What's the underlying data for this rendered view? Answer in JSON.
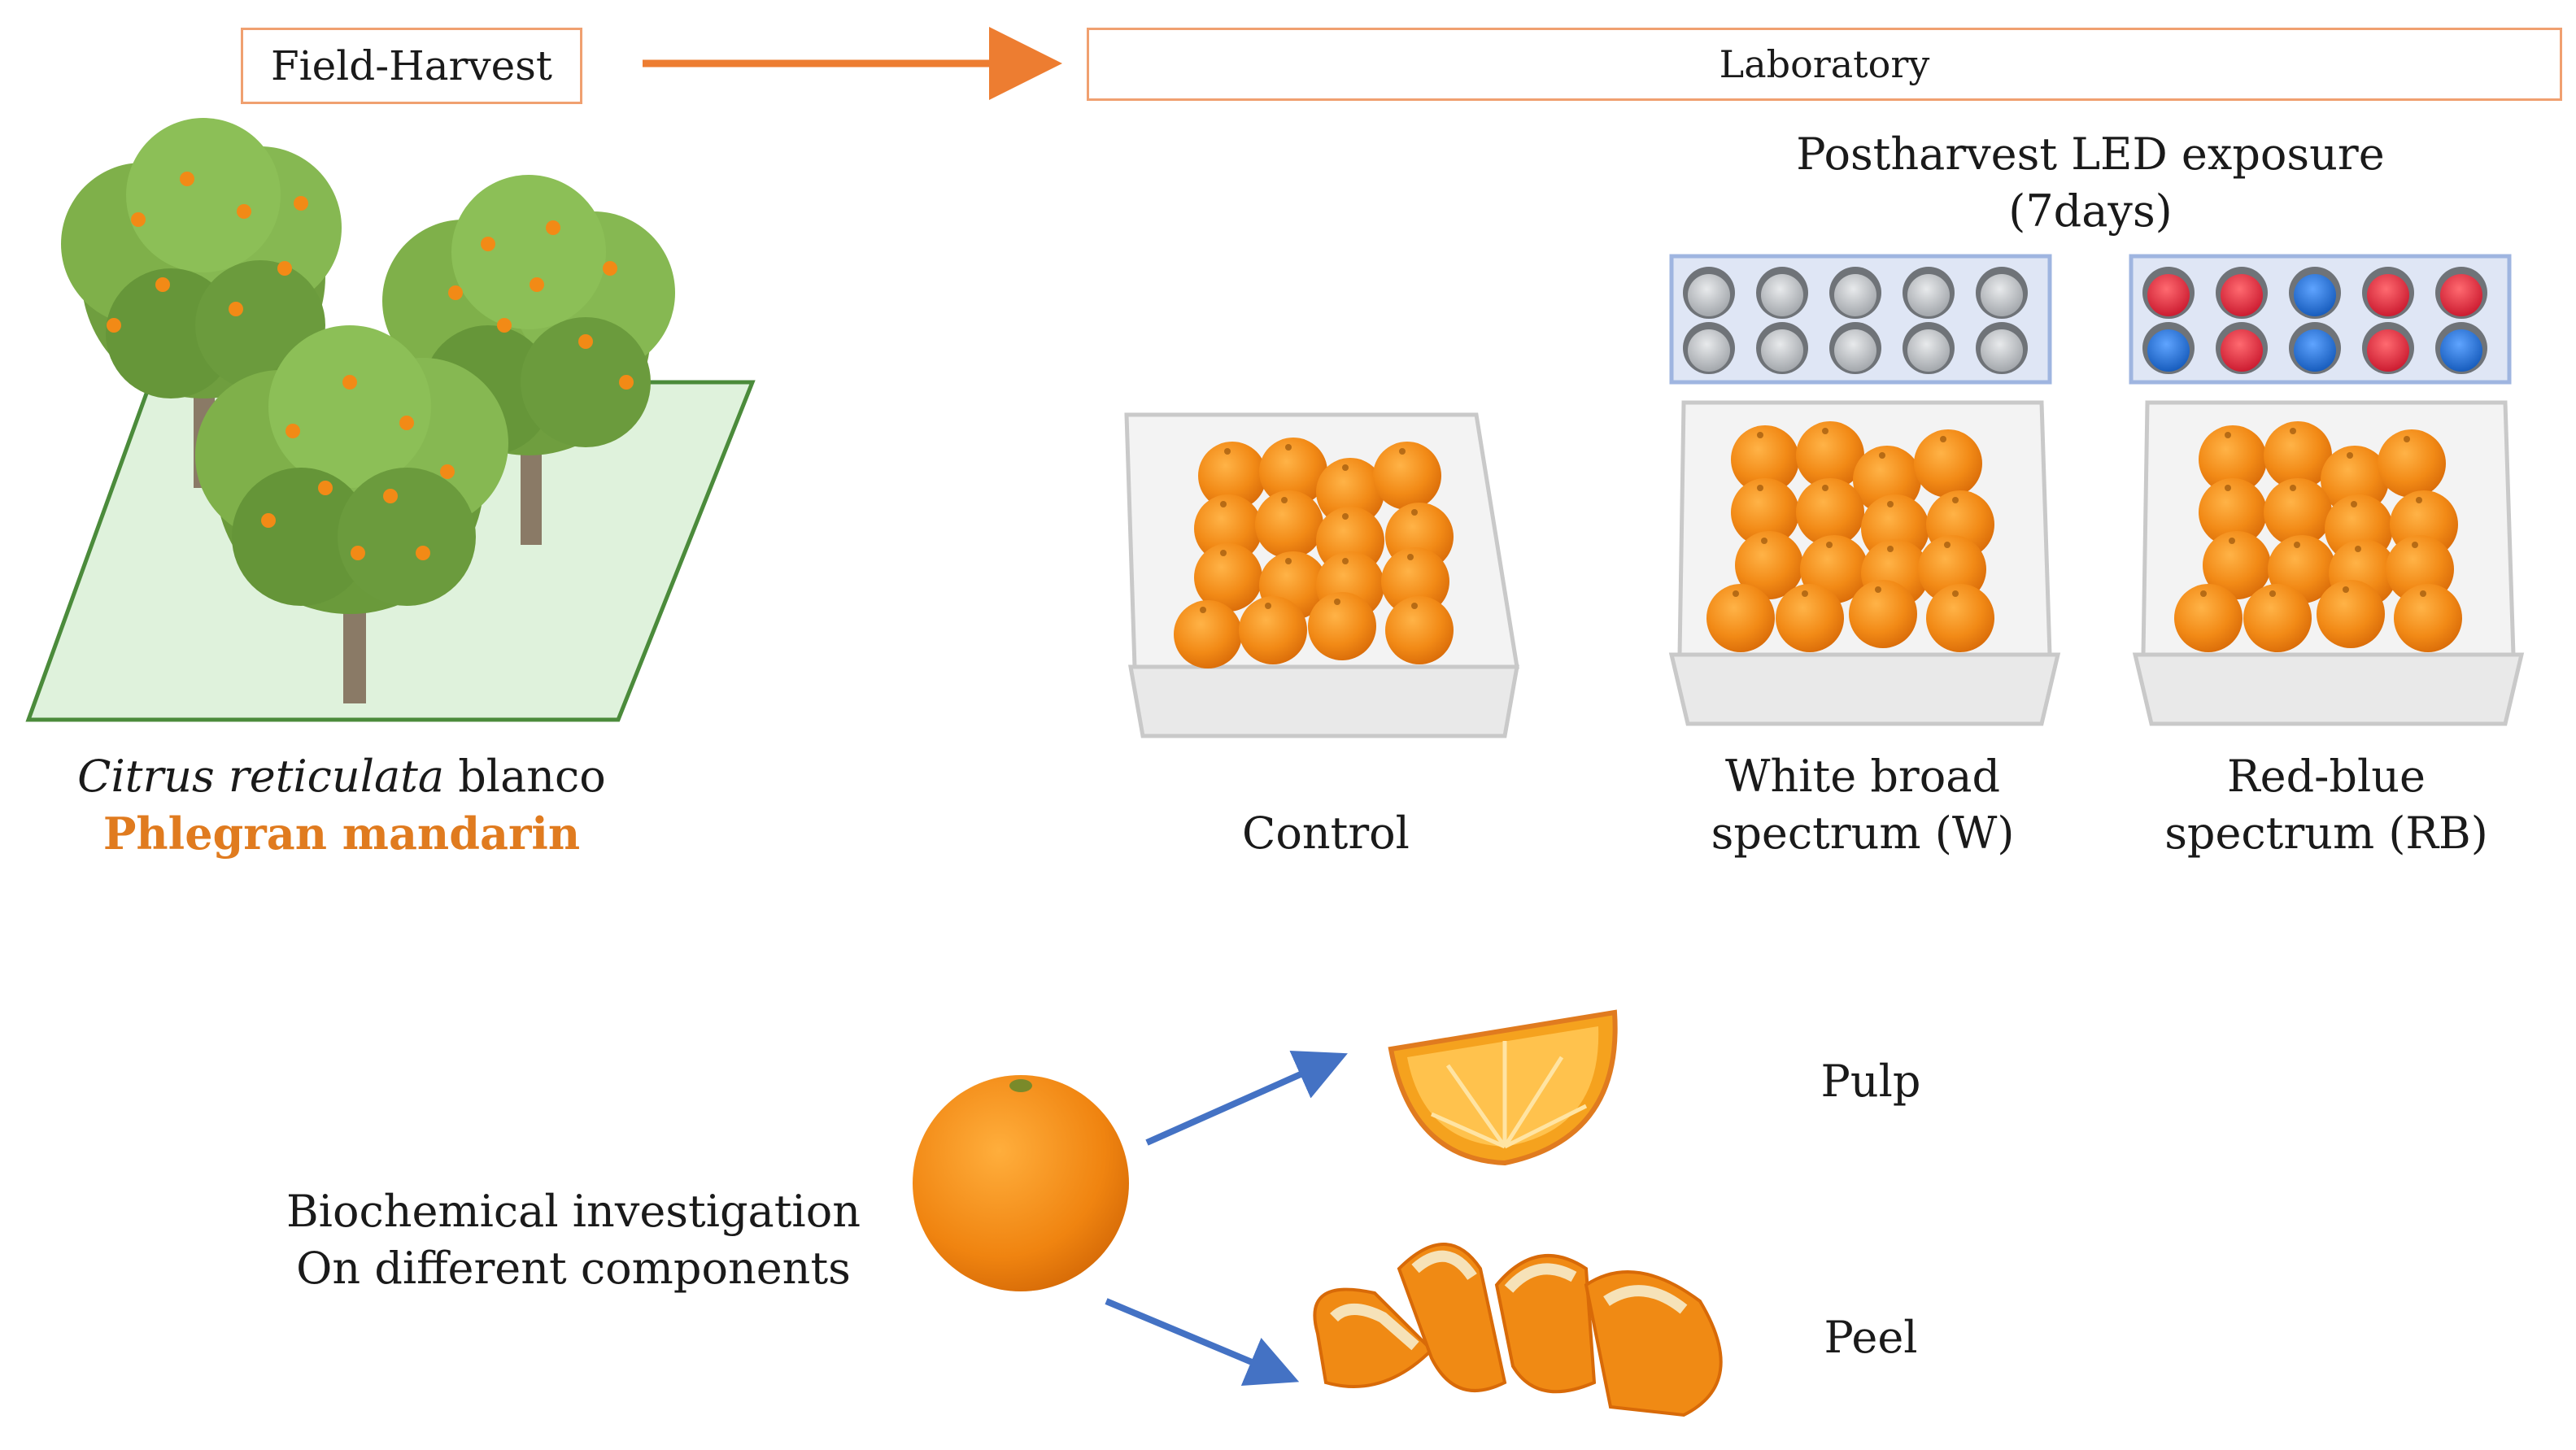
{
  "field_label": "Field-Harvest",
  "lab_label": "Laboratory",
  "species": {
    "italic": "Citrus reticulata",
    "rest": "blanco",
    "variety": "Phlegran mandarin"
  },
  "led_title": {
    "line1": "Postharvest LED exposure",
    "line2": "(7days)"
  },
  "treatments": {
    "control": "Control",
    "white": {
      "line1": "White broad",
      "line2": "spectrum (W)"
    },
    "redblue": {
      "line1": "Red-blue",
      "line2": "spectrum (RB)"
    }
  },
  "biochem": {
    "line1": "Biochemical investigation",
    "line2": "On different components"
  },
  "components": {
    "pulp": "Pulp",
    "peel": "Peel"
  },
  "colors": {
    "orange_accent": "#e07b1f",
    "arrow_orange": "#ed7d31",
    "arrow_blue": "#4472c4",
    "led_red": "#d9243a",
    "led_blue": "#1f6fd1",
    "led_grey": "#b9bcc0",
    "field_green": "#dff2dc"
  },
  "led_panels": {
    "white": [
      "grey",
      "grey",
      "grey",
      "grey",
      "grey",
      "grey",
      "grey",
      "grey",
      "grey",
      "grey"
    ],
    "redblue": [
      "red",
      "red",
      "blue",
      "red",
      "red",
      "blue",
      "red",
      "blue",
      "red",
      "blue"
    ]
  }
}
